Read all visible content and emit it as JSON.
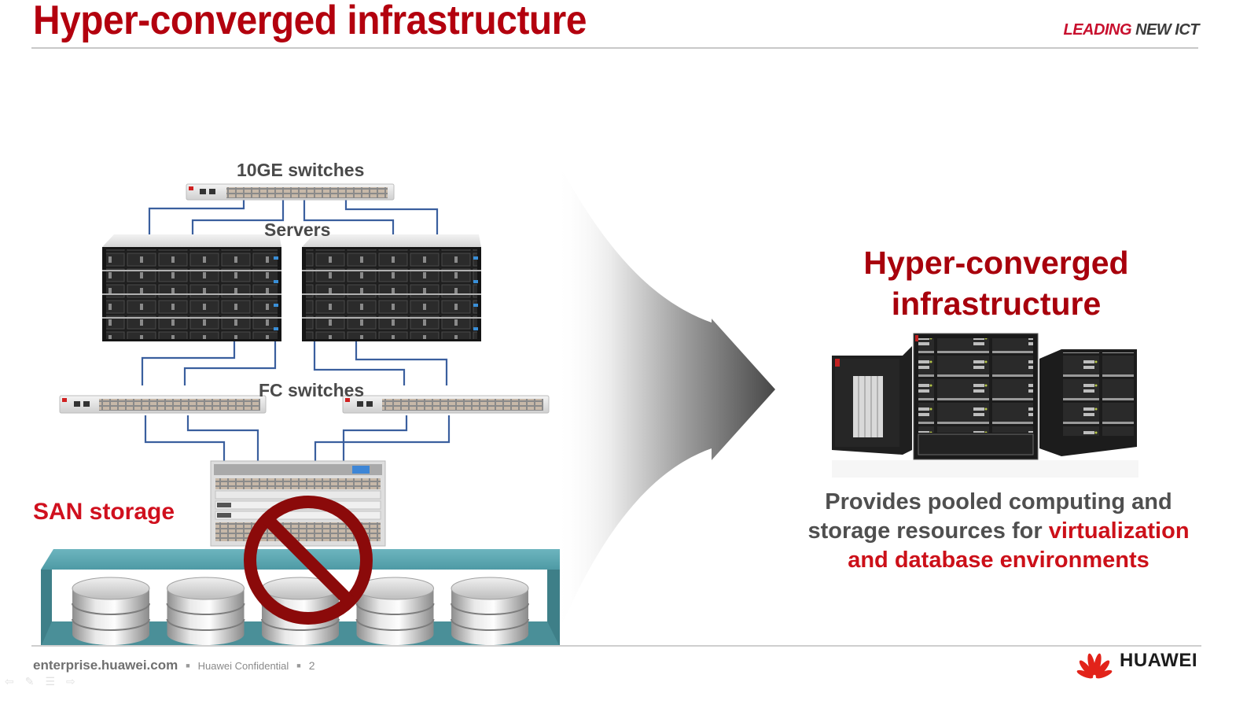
{
  "header": {
    "title": "Hyper-converged infrastructure",
    "tagline_red": "LEADING",
    "tagline_gray": "NEW ICT"
  },
  "left_diagram": {
    "label_10ge": "10GE switches",
    "label_servers": "Servers",
    "label_fc": "FC switches",
    "label_san": "SAN storage",
    "server_count": 8,
    "fc_switch_count": 2,
    "disk_count": 5,
    "prohibited_icon": "no-entry-icon"
  },
  "right_panel": {
    "title_line1": "Hyper-converged",
    "title_line2": "infrastructure",
    "desc_plain_1": "Provides pooled computing and",
    "desc_plain_2": "storage resources for ",
    "desc_highlight_1": "virtualization",
    "desc_highlight_2": "and database environments"
  },
  "footer": {
    "site": "enterprise.huawei.com",
    "confidential": "Huawei Confidential",
    "page": "2",
    "brand": "HUAWEI"
  },
  "colors": {
    "title_red": "#b3000e",
    "highlight_red": "#cc1019",
    "cable_blue": "#3a5f9e",
    "storage_teal": "#4a8f98",
    "prohibit_red": "#8b0a0a"
  }
}
